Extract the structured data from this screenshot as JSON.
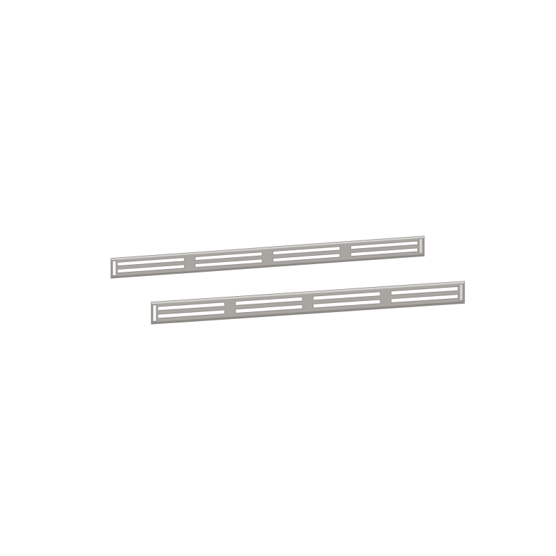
{
  "scene": {
    "background_color": "#ffffff",
    "metal_color": "#a9a6a2",
    "metal_edge_color": "#8c8985",
    "metal_highlight_color": "#d6d4d1",
    "slot_color": "#ffffff",
    "rail_count": 2,
    "slot_segments_per_rail": 4,
    "slot_rows_per_segment": 2
  }
}
